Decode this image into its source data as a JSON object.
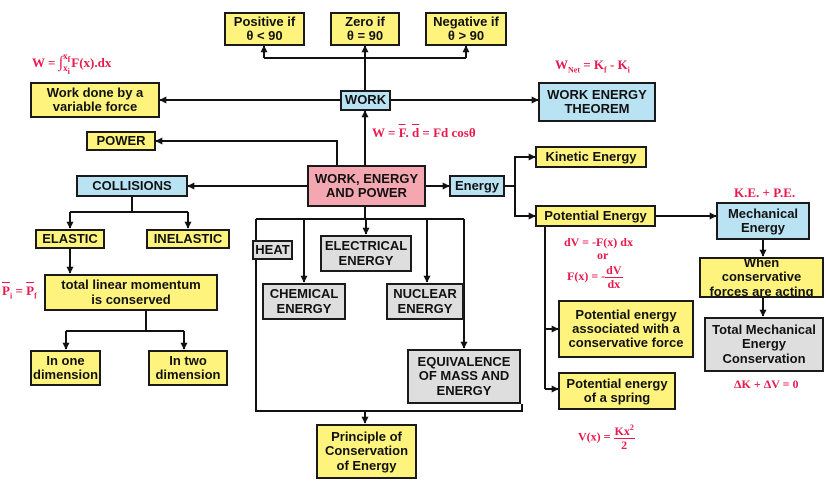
{
  "boxes": {
    "positive": "Positive if\nθ < 90",
    "zero": "Zero if\nθ = 90",
    "negative": "Negative if\nθ > 90",
    "work": "WORK",
    "variable_force": "Work done by a\nvariable force",
    "work_energy_theorem": "WORK ENERGY\nTHEOREM",
    "power": "POWER",
    "center": "WORK, ENERGY\nAND POWER",
    "energy": "Energy",
    "kinetic_energy": "Kinetic Energy",
    "collisions": "COLLISIONS",
    "elastic": "ELASTIC",
    "inelastic": "INELASTIC",
    "momentum": "total linear momentum\nis conserved",
    "one_dimension": "In one\ndimension",
    "two_dimension": "In two\ndimension",
    "heat": "HEAT",
    "electrical": "ELECTRICAL\nENERGY",
    "chemical": "CHEMICAL\nENERGY",
    "nuclear": "NUCLEAR\nENERGY",
    "mass_energy": "EQUIVALENCE\nOF MASS AND\nENERGY",
    "conservation": "Principle of\nConservation\nof Energy",
    "potential_energy": "Potential Energy",
    "mechanical": "Mechanical\nEnergy",
    "conservative_acting": "When conservative\nforces are acting",
    "total_mechanical": "Total Mechanical\nEnergy\nConservation",
    "pe_conservative": "Potential energy\nassociated with a\nconservative force",
    "pe_spring": "Potential energy\nof a spring"
  },
  "formulas": {
    "w_dot_lhs": "W = ",
    "w_vec_f": "F",
    "w_dot_sep": ". ",
    "w_vec_d": "d",
    "w_dot_rhs": " = Fd cosθ",
    "w_var_lhs": "W = ",
    "w_var_int": "∫",
    "w_var_upper_base": "x",
    "w_var_upper_sub": "f",
    "w_var_lower_base": "x",
    "w_var_lower_sub": "i",
    "w_var_rhs": "F(x).dx",
    "wnet_w": "W",
    "wnet_sub": "Net",
    "wnet_mid": " = K",
    "wnet_sub_f": "f",
    "wnet_minus": " - K",
    "wnet_sub_i": "i",
    "ke_pe": "K.E. + P.E.",
    "mom_p1": "P",
    "mom_sub_i": "i",
    "mom_eq": " = ",
    "mom_p2": "P",
    "mom_sub_f": "f",
    "dv": "dV = -F(x) dx",
    "or": "or",
    "fx_lhs": "F(x) = -",
    "fx_num": "dV",
    "fx_den": "dx",
    "delta": "ΔK + ΔV = 0",
    "vx_lhs": "V(x) = ",
    "vx_num_base": "Kx",
    "vx_num_sup": "2",
    "vx_den": "2"
  },
  "colors": {
    "yellow": "#fdf37d",
    "blue": "#b9e3f3",
    "gray": "#dedede",
    "pink": "#f4a7b1",
    "formula": "#e8194d"
  }
}
